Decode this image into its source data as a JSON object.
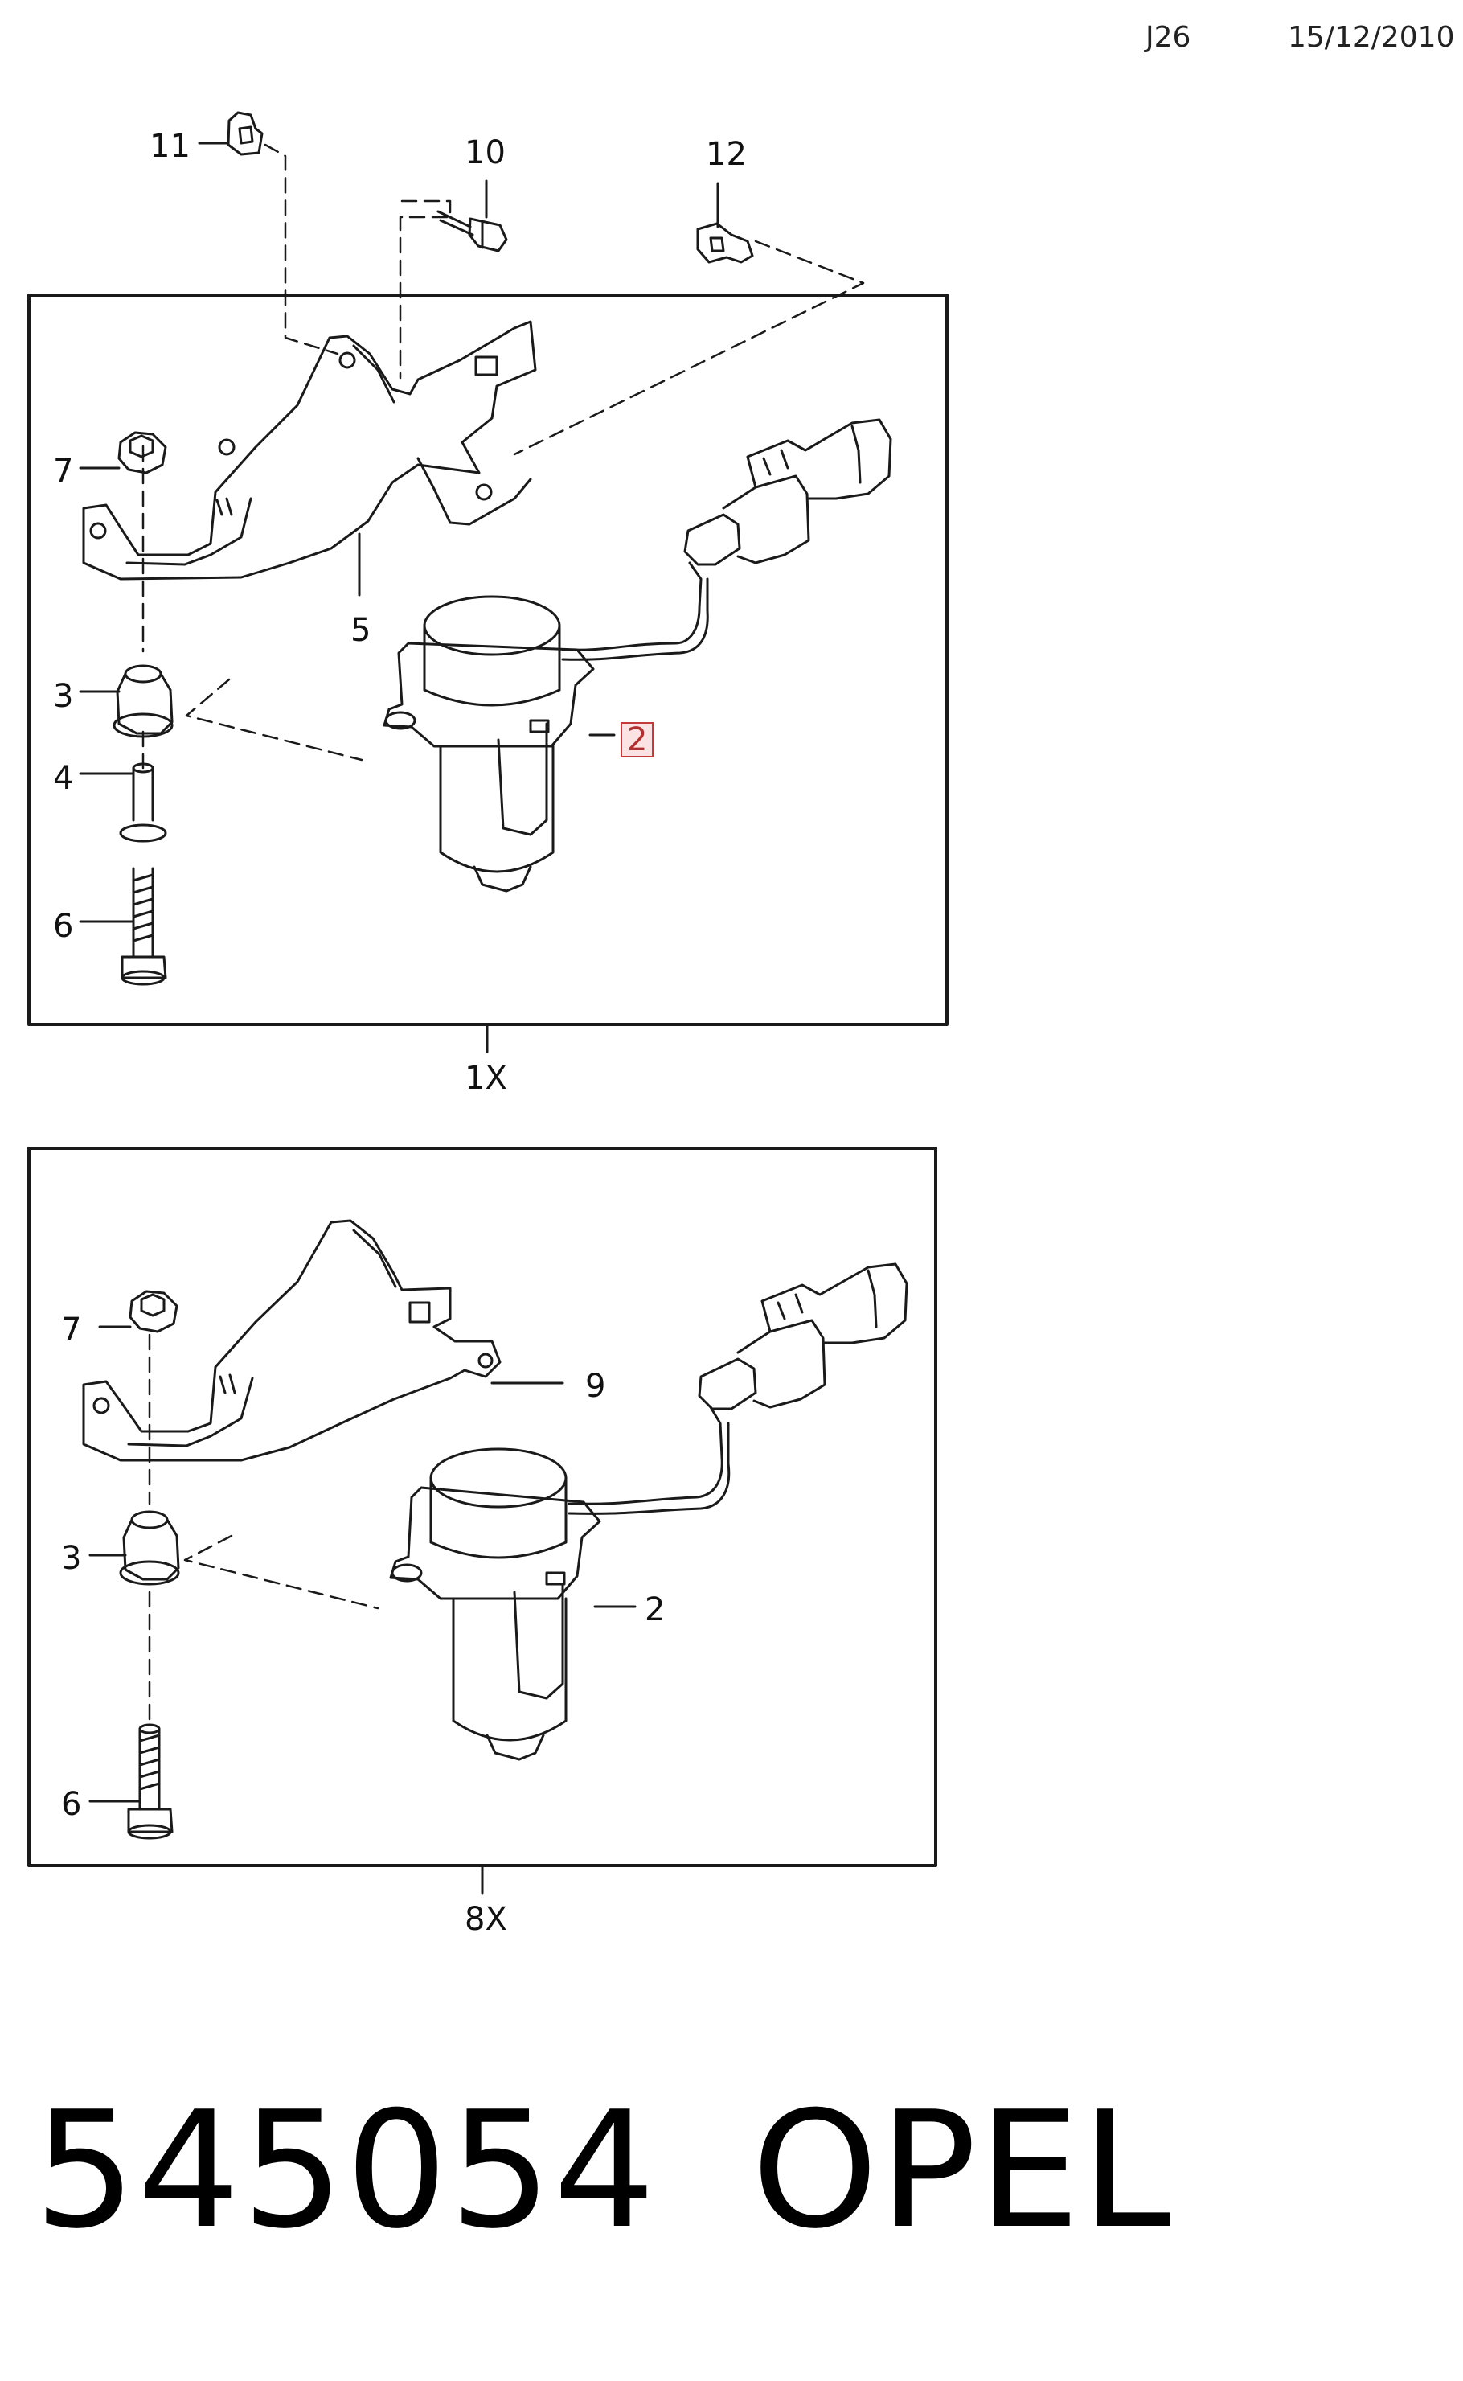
{
  "header": {
    "code": "J26",
    "date": "15/12/2010"
  },
  "panels": [
    {
      "id": "top",
      "quantity": "1X",
      "callouts": [
        {
          "id": "c11",
          "label": "11"
        },
        {
          "id": "c10",
          "label": "10"
        },
        {
          "id": "c12",
          "label": "12"
        },
        {
          "id": "c7",
          "label": "7"
        },
        {
          "id": "c5",
          "label": "5"
        },
        {
          "id": "c3",
          "label": "3"
        },
        {
          "id": "c2",
          "label": "2",
          "highlighted": true
        },
        {
          "id": "c4",
          "label": "4"
        },
        {
          "id": "c6",
          "label": "6"
        }
      ]
    },
    {
      "id": "bottom",
      "quantity": "8X",
      "callouts": [
        {
          "id": "c7",
          "label": "7"
        },
        {
          "id": "c9",
          "label": "9"
        },
        {
          "id": "c3",
          "label": "3"
        },
        {
          "id": "c2",
          "label": "2"
        },
        {
          "id": "c6",
          "label": "6"
        }
      ]
    }
  ],
  "footer": {
    "part_number": "545054",
    "brand": "OPEL"
  },
  "colors": {
    "line": "#1a1a1a",
    "highlight_border": "#c43a3a",
    "highlight_fill": "#fbe3e3"
  }
}
